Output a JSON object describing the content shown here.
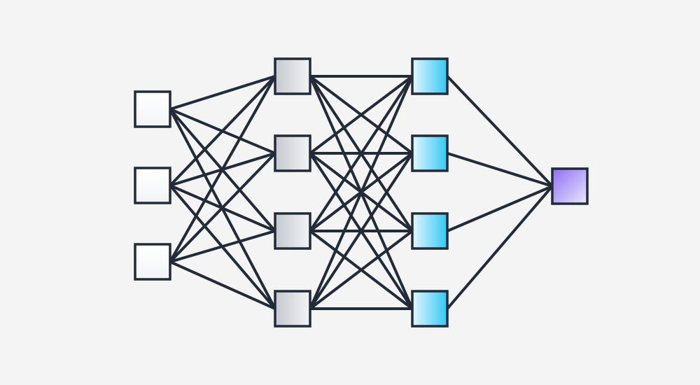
{
  "diagram": {
    "type": "neural-network",
    "colors": {
      "background": "#f4f4f4",
      "edge": "#232b38",
      "node_border": "#232b38",
      "layer_fills": [
        {
          "from": "#f3f4f6",
          "to": "#ffffff"
        },
        {
          "from": "#c5c9ce",
          "to": "#f2f3f4"
        },
        {
          "from": "#e2f6fd",
          "to": "#35c8f4"
        },
        {
          "from": "#8d6ef5",
          "to": "#e9e8fb"
        }
      ]
    },
    "layers": [
      {
        "name": "input-layer",
        "node_count": 3
      },
      {
        "name": "hidden-layer-1",
        "node_count": 4
      },
      {
        "name": "hidden-layer-2",
        "node_count": 4
      },
      {
        "name": "output-layer",
        "node_count": 1
      }
    ],
    "connectivity": "fully-connected"
  }
}
